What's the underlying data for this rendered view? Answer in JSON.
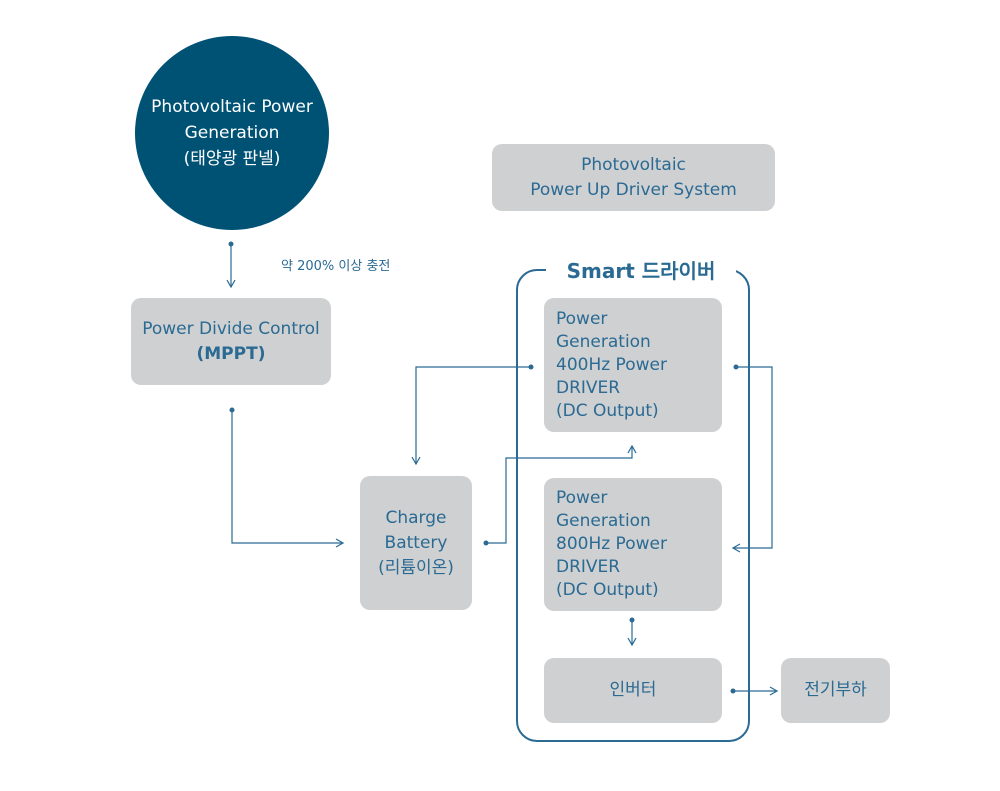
{
  "solar_panel": {
    "lines": [
      "Photovoltaic Power",
      "Generation",
      "(태양광 판넬)"
    ]
  },
  "charge_note": "약 200% 이상 충전",
  "system_title": {
    "lines": [
      "Photovoltaic",
      "Power Up Driver System"
    ]
  },
  "mppt": {
    "line1": "Power Divide Control",
    "line2": "(MPPT)"
  },
  "battery": {
    "lines": [
      "Charge",
      "Battery",
      "(리튬이온)"
    ]
  },
  "smart_driver": {
    "title": "Smart  드라이버"
  },
  "driver_400": {
    "lines": [
      "Power",
      "Generation",
      "400Hz Power",
      "DRIVER",
      "(DC Output)"
    ]
  },
  "driver_800": {
    "lines": [
      "Power",
      "Generation",
      "800Hz Power",
      "DRIVER",
      "(DC Output)"
    ]
  },
  "inverter": {
    "label": "인버터"
  },
  "load": {
    "label": "전기부하"
  },
  "colors": {
    "circle_fill": "#005275",
    "box_fill": "#cfd0d1",
    "accent": "#2a6a93"
  }
}
